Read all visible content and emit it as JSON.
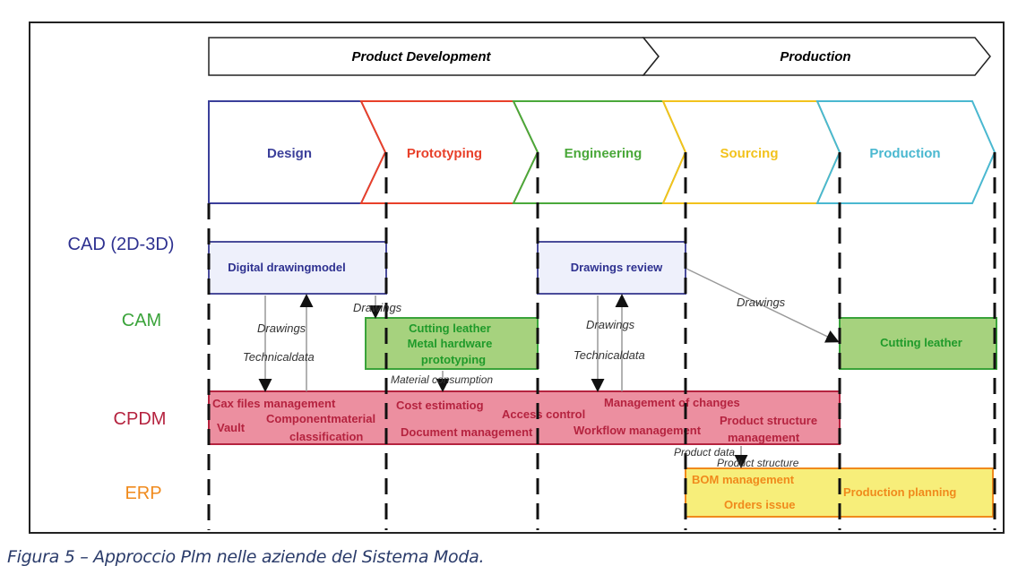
{
  "top_bar": [
    "Product Development",
    "Production"
  ],
  "phases": [
    {
      "label": "Design",
      "color": "#3b3f9a"
    },
    {
      "label": "Prototyping",
      "color": "#e8402a"
    },
    {
      "label": "Engineering",
      "color": "#4aa83a"
    },
    {
      "label": "Sourcing",
      "color": "#f2c21c"
    },
    {
      "label": "Production",
      "color": "#4ab8d0"
    }
  ],
  "rows": [
    {
      "label": "CAD (2D-3D)",
      "color": "#2e3190"
    },
    {
      "label": "CAM",
      "color": "#3aa33a"
    },
    {
      "label": "CPDM",
      "color": "#b5233f"
    },
    {
      "label": "ERP",
      "color": "#f08a1c"
    }
  ],
  "cad": {
    "box1": "Digital drawingmodel",
    "box2": "Drawings review"
  },
  "cam": {
    "box1": [
      "Cutting leather",
      "Metal hardware",
      "prototyping"
    ],
    "box2": "Cutting leather"
  },
  "cpdm": [
    "Cax files management",
    "Componentmaterial",
    "Vault",
    "classification",
    "Cost estimatiog",
    "Document management",
    "Access control",
    "Management of changes",
    "Workflow management",
    "Product structure",
    "management"
  ],
  "erp": [
    "BOM management",
    "Orders issue",
    "Production planning"
  ],
  "flows": [
    "Drawings",
    "Technicaldata",
    "Drawings",
    "Material consumption",
    "Drawings",
    "Technicaldata",
    "Drawings",
    "Product data",
    "Product structure"
  ],
  "caption": "Figura 5 – Approccio Plm nelle aziende del Sistema Moda."
}
